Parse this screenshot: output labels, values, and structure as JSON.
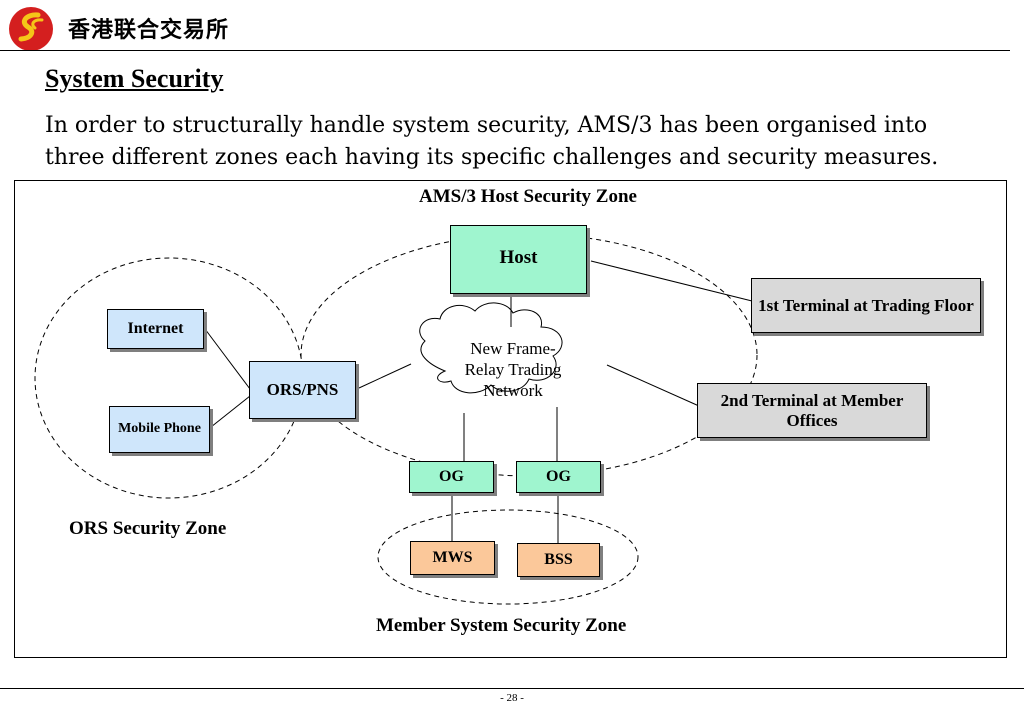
{
  "header": {
    "org_name": "香港联合交易所",
    "logo_colors": [
      "#d41f1f",
      "#f5c518"
    ]
  },
  "section": {
    "title": "System Security",
    "intro": "In order to structurally handle system security, AMS/3 has been organised into three different zones each having its specific challenges and security measures."
  },
  "diagram": {
    "zones": {
      "host": "AMS/3 Host Security Zone",
      "ors": "ORS Security Zone",
      "member": "Member System Security Zone"
    },
    "nodes": {
      "host": "Host",
      "internet": "Internet",
      "mobile_phone": "Mobile Phone",
      "ors_pns": "ORS/PNS",
      "network": "New Frame-Relay Trading Network",
      "og_left": "OG",
      "og_right": "OG",
      "terminal_floor": "1st Terminal at Trading Floor",
      "terminal_member": "2nd Terminal at Member Offices",
      "mws": "MWS",
      "bss": "BSS"
    },
    "colors": {
      "host": "#9ff5cf",
      "ors": "#cfe6fb",
      "terminal": "#d9d9d9",
      "member": "#fbc89a"
    }
  },
  "footer": {
    "page": "- 28 -"
  }
}
